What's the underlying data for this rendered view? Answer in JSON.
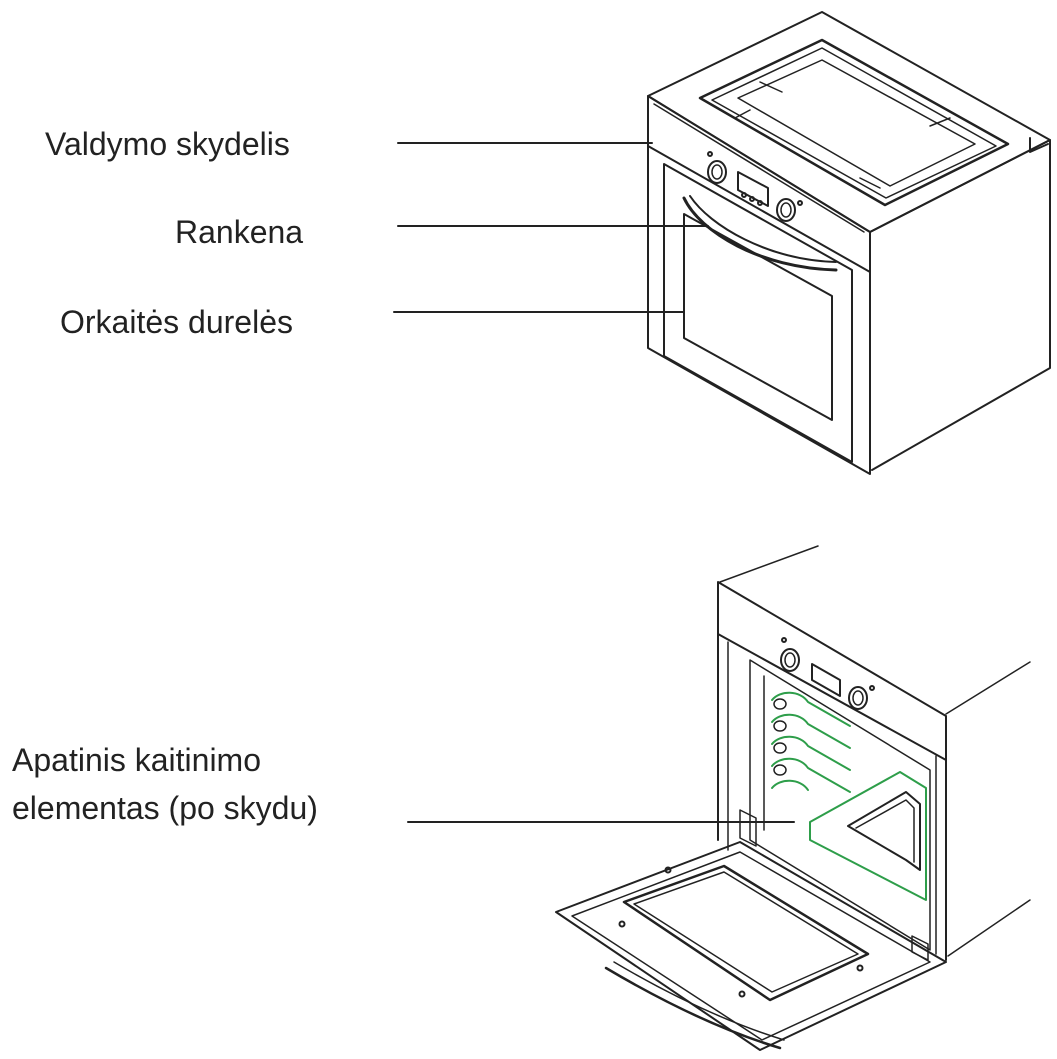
{
  "labels": {
    "control_panel": "Valdymo skydelis",
    "handle": "Rankena",
    "oven_door": "Orkaitės durelės",
    "bottom_heater_line1": "Apatinis kaitinimo",
    "bottom_heater_line2": "elementas (po skydu)"
  },
  "colors": {
    "line": "#222222",
    "highlight": "#2e9e4a"
  }
}
